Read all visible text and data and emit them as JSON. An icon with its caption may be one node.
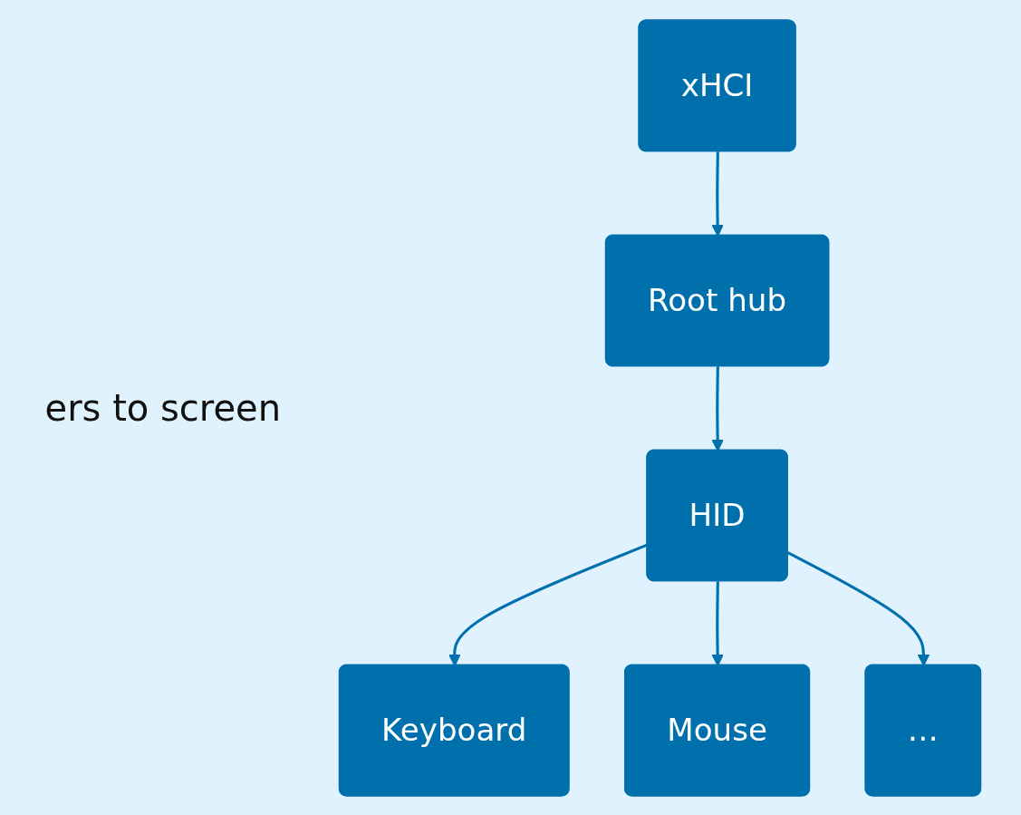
{
  "diagram": {
    "nodes": [
      {
        "text": [
          "xHCI"
        ]
      },
      {
        "text": [
          "Root hub"
        ]
      },
      {
        "text": [
          "HID"
        ]
      },
      {
        "text": [
          "Keyboard"
        ]
      },
      {
        "text": [
          "Mouse"
        ]
      },
      {
        "text": [
          "…"
        ]
      }
    ],
    "edges": [
      {
        "from": 0,
        "to": 1,
        "arrow": "to"
      },
      {
        "from": 1,
        "to": 2,
        "arrow": "to"
      },
      {
        "from": 2,
        "to": 3,
        "arrow": "to"
      },
      {
        "from": 2,
        "to": 4,
        "arrow": "to"
      },
      {
        "from": 2,
        "to": 5,
        "arrow": "to"
      }
    ],
    "labels": [
      "ers to screen"
    ]
  }
}
